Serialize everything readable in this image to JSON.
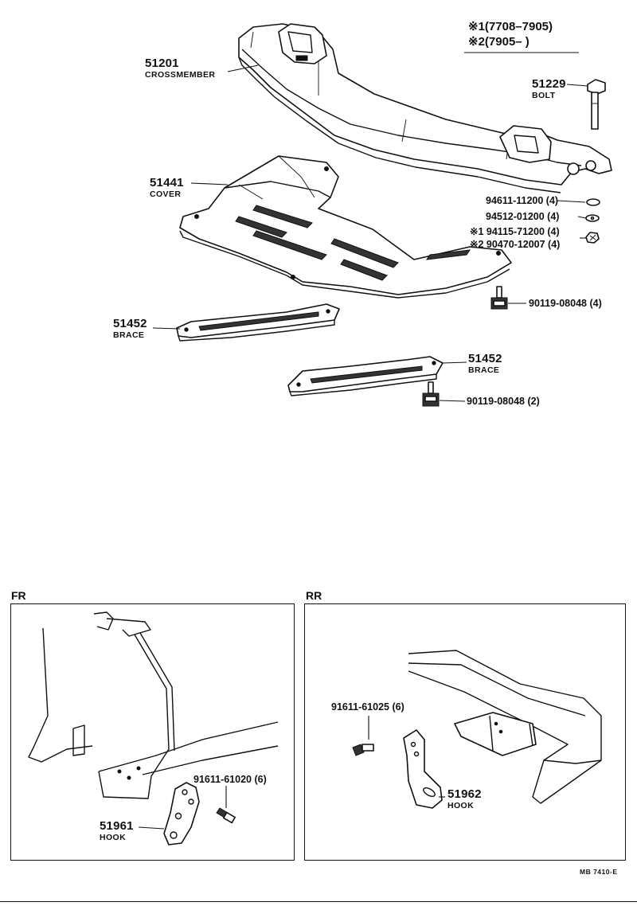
{
  "legend": {
    "lines": [
      {
        "mark": "※1",
        "range": "(7708–7905)"
      },
      {
        "mark": "※2",
        "range": "(7905–        )"
      }
    ]
  },
  "parts": {
    "crossmember": {
      "number": "51201",
      "name": "CROSSMEMBER"
    },
    "bolt": {
      "number": "51229",
      "name": "BOLT"
    },
    "cover": {
      "number": "51441",
      "name": "COVER"
    },
    "brace_left": {
      "number": "51452",
      "name": "BRACE"
    },
    "brace_right": {
      "number": "51452",
      "name": "BRACE"
    },
    "hardware": [
      {
        "label": "94611-11200 (4)"
      },
      {
        "label": "94512-01200 (4)"
      },
      {
        "label": "※1 94115-71200 (4)"
      },
      {
        "label": "※2 90470-12007 (4)"
      }
    ],
    "bolt_90119_a": {
      "label": "90119-08048 (4)"
    },
    "bolt_90119_b": {
      "label": "90119-08048 (2)"
    }
  },
  "panels": {
    "fr": {
      "title": "FR",
      "hook": {
        "number": "51961",
        "name": "HOOK"
      },
      "screw": {
        "label": "91611-61020 (6)"
      }
    },
    "rr": {
      "title": "RR",
      "hook": {
        "number": "51962",
        "name": "HOOK"
      },
      "screw": {
        "label": "91611-61025 (6)"
      }
    }
  },
  "footer": {
    "code": "MB 7410-E"
  }
}
